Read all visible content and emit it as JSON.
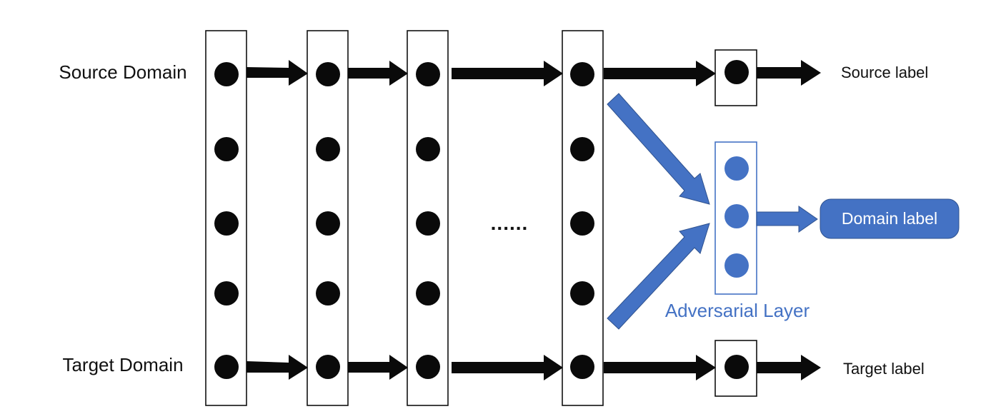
{
  "labels": {
    "source_domain": "Source Domain",
    "target_domain": "Target Domain",
    "source_label": "Source label",
    "target_label": "Target label",
    "domain_label": "Domain label",
    "adversarial_layer": "Adversarial Layer",
    "ellipsis": "......"
  },
  "colors": {
    "node": "#0a0a0a",
    "arrow": "#0a0a0a",
    "accent": "#4472c4",
    "accent_dark": "#2f528f",
    "domain_label_text": "#ffffff"
  },
  "icons": {
    "node": "filled-circle",
    "arrow": "block-arrow-right"
  }
}
